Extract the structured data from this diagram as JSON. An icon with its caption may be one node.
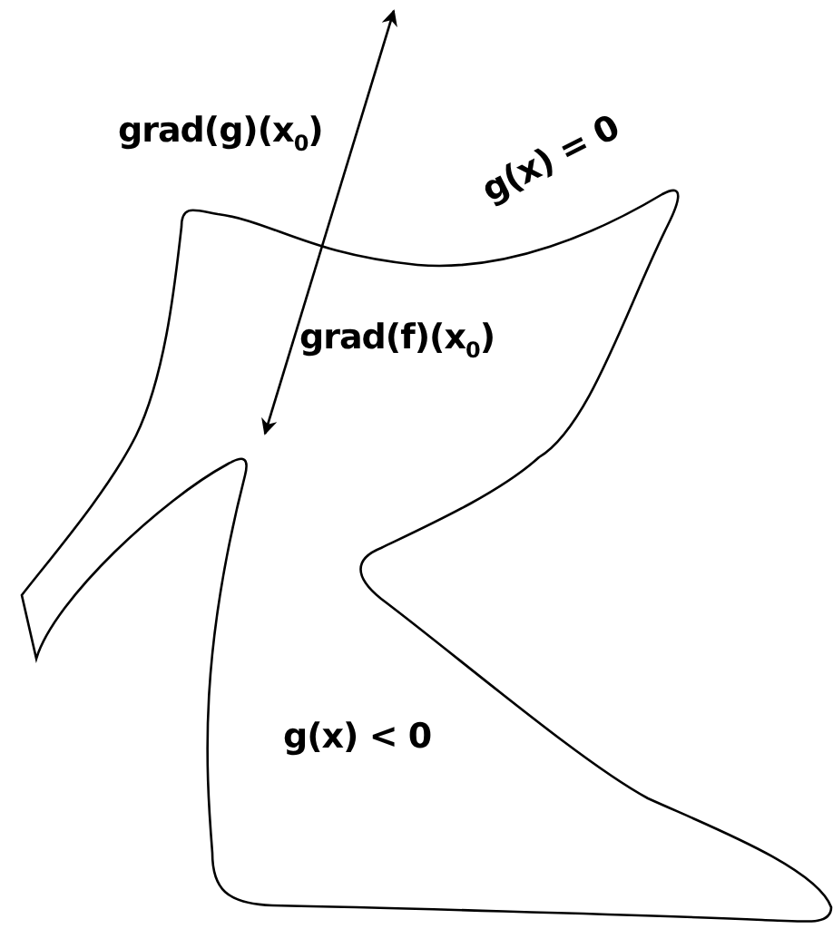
{
  "diagram": {
    "labels": [
      "grad(g)(x$_{0}$)",
      "g(x) = 0",
      "grad(f)(x$_{0}$)",
      "g(x) < 0"
    ]
  }
}
